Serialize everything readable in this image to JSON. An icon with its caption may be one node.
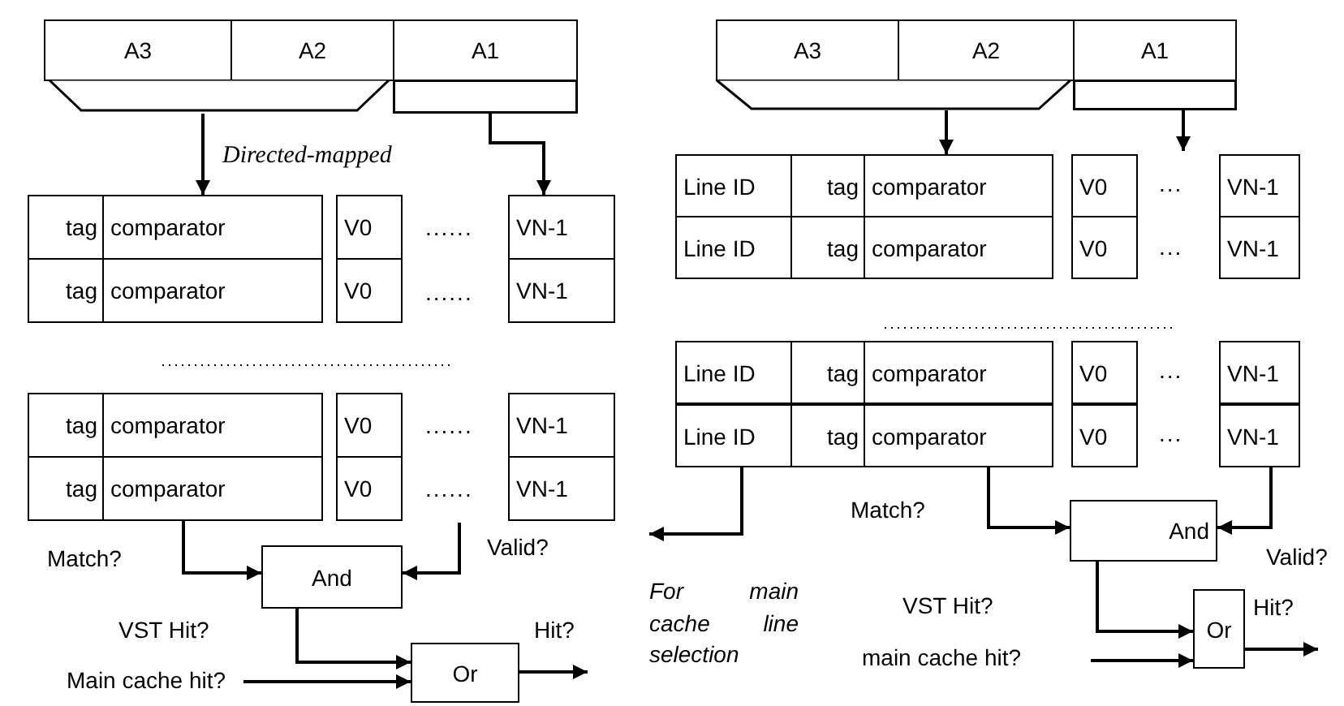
{
  "diagram": {
    "nodes": [
      {
        "text": [
          "A3"
        ]
      },
      {
        "text": [
          "A2"
        ]
      },
      {
        "text": [
          "A1"
        ]
      },
      {
        "text": [],
        "shape": "trapezoid"
      },
      {
        "text": [],
        "shape": "box"
      },
      {
        "text": [
          "tag"
        ]
      },
      {
        "text": [
          "comparator"
        ]
      },
      {
        "text": [
          "V0"
        ]
      },
      {
        "text": [
          "VN-1"
        ]
      },
      {
        "text": [
          "tag"
        ]
      },
      {
        "text": [
          "comparator"
        ]
      },
      {
        "text": [
          "V0"
        ]
      },
      {
        "text": [
          "VN-1"
        ]
      },
      {
        "text": [
          "tag"
        ]
      },
      {
        "text": [
          "comparator"
        ]
      },
      {
        "text": [
          "V0"
        ]
      },
      {
        "text": [
          "VN-1"
        ]
      },
      {
        "text": [
          "tag"
        ]
      },
      {
        "text": [
          "comparator"
        ]
      },
      {
        "text": [
          "V0"
        ]
      },
      {
        "text": [
          "VN-1"
        ]
      },
      {
        "text": [
          "And"
        ]
      },
      {
        "text": [
          "Or"
        ]
      },
      {
        "text": [
          "A3"
        ]
      },
      {
        "text": [
          "A2"
        ]
      },
      {
        "text": [
          "A1"
        ]
      },
      {
        "text": [],
        "shape": "trapezoid"
      },
      {
        "text": [],
        "shape": "box"
      },
      {
        "text": [
          "Line ID"
        ]
      },
      {
        "text": [
          "tag"
        ]
      },
      {
        "text": [
          "comparator"
        ]
      },
      {
        "text": [
          "V0"
        ]
      },
      {
        "text": [
          "VN-1"
        ]
      },
      {
        "text": [
          "Line ID"
        ]
      },
      {
        "text": [
          "tag"
        ]
      },
      {
        "text": [
          "comparator"
        ]
      },
      {
        "text": [
          "V0"
        ]
      },
      {
        "text": [
          "VN-1"
        ]
      },
      {
        "text": [
          "Line ID"
        ]
      },
      {
        "text": [
          "tag"
        ]
      },
      {
        "text": [
          "comparator"
        ]
      },
      {
        "text": [
          "V0"
        ]
      },
      {
        "text": [
          "VN-1"
        ]
      },
      {
        "text": [
          "Line ID"
        ]
      },
      {
        "text": [
          "tag"
        ]
      },
      {
        "text": [
          "comparator"
        ]
      },
      {
        "text": [
          "V0"
        ]
      },
      {
        "text": [
          "VN-1"
        ]
      },
      {
        "text": [
          "And"
        ]
      },
      {
        "text": [
          "Or"
        ]
      },
      {
        "text": [
          "For main cache line selection"
        ]
      }
    ],
    "edges": [
      {
        "from": 3,
        "to": 6,
        "arrow": "to",
        "label": "Directed-mapped"
      },
      {
        "from": 4,
        "to": 8,
        "arrow": "to"
      },
      {
        "from": 18,
        "to": 21,
        "arrow": "to",
        "label": "Match?"
      },
      {
        "from": null,
        "to": 21,
        "arrow": "to",
        "label": "Valid?"
      },
      {
        "from": 21,
        "to": 22,
        "arrow": "to",
        "label": "VST Hit?"
      },
      {
        "from": null,
        "to": 22,
        "arrow": "to",
        "label": "Main cache hit?"
      },
      {
        "from": 22,
        "to": null,
        "arrow": "to",
        "label": "Hit?"
      },
      {
        "from": 26,
        "to": 30,
        "arrow": "to"
      },
      {
        "from": 27,
        "to": null,
        "arrow": "to"
      },
      {
        "from": 43,
        "to": 50,
        "arrow": "to"
      },
      {
        "from": 45,
        "to": 48,
        "arrow": "to",
        "label": "Match?"
      },
      {
        "from": 47,
        "to": 48,
        "arrow": "to",
        "label": "Valid?"
      },
      {
        "from": 48,
        "to": 49,
        "arrow": "to",
        "label": "VST Hit?"
      },
      {
        "from": null,
        "to": 49,
        "arrow": "to",
        "label": "main cache hit?"
      },
      {
        "from": 49,
        "to": null,
        "arrow": "to",
        "label": "Hit?"
      }
    ],
    "labels": [
      "......",
      "......",
      "......",
      "......",
      "...",
      "...",
      "...",
      "..."
    ]
  }
}
